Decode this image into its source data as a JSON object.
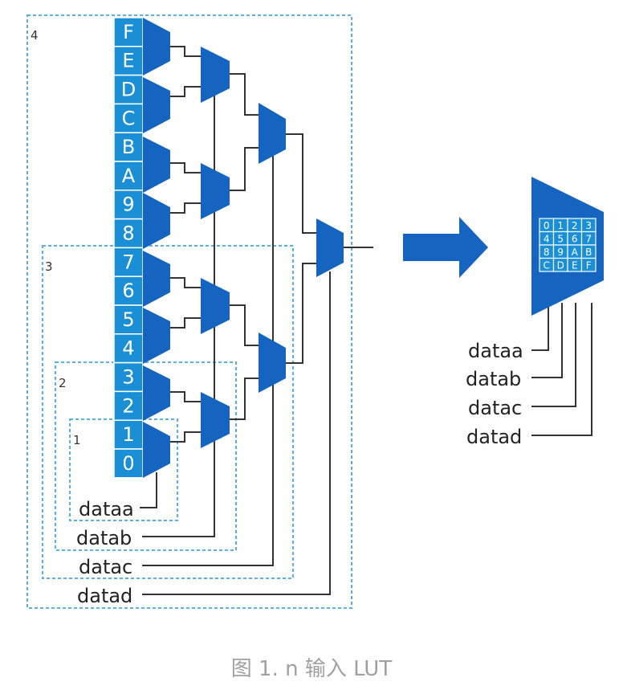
{
  "colors": {
    "mux": "#1565c0",
    "cell": "#1a8fd6",
    "dashed": "#5aaee0",
    "wire": "#333333",
    "arrow": "#1565c0",
    "caption": "#a0a0a0"
  },
  "truth_cells": [
    "F",
    "E",
    "D",
    "C",
    "B",
    "A",
    "9",
    "8",
    "7",
    "6",
    "5",
    "4",
    "3",
    "2",
    "1",
    "0"
  ],
  "box_labels": [
    "4",
    "3",
    "2",
    "1"
  ],
  "left_inputs": [
    "dataa",
    "datab",
    "datac",
    "datad"
  ],
  "right_inputs": [
    "dataa",
    "datab",
    "datac",
    "datad"
  ],
  "lut_grid": [
    [
      "0",
      "1",
      "2",
      "3"
    ],
    [
      "4",
      "5",
      "6",
      "7"
    ],
    [
      "8",
      "9",
      "A",
      "B"
    ],
    [
      "C",
      "D",
      "E",
      "F"
    ]
  ],
  "caption": "图 1. n 输入 LUT"
}
